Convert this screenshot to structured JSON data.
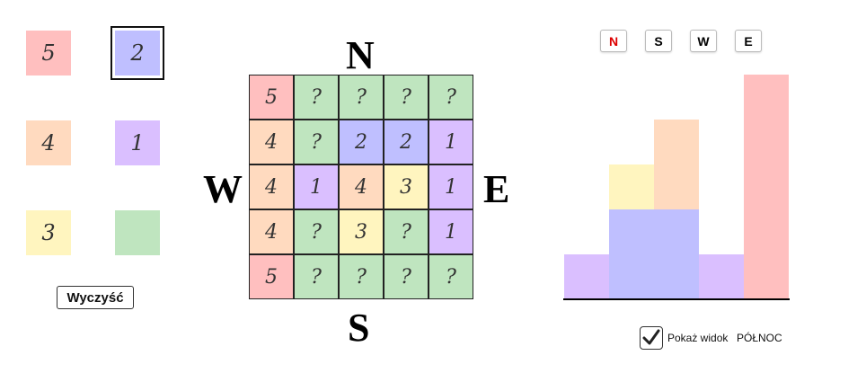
{
  "palette": [
    {
      "value": "5",
      "color": "#ffbfbf"
    },
    {
      "value": "2",
      "color": "#bfbfff",
      "selected": true
    },
    {
      "value": "4",
      "color": "#ffdabf"
    },
    {
      "value": "1",
      "color": "#dabfff"
    },
    {
      "value": "3",
      "color": "#fff5bf"
    },
    {
      "value": "",
      "color": "#bfe5bf"
    }
  ],
  "clear_label": "Wyczyść",
  "compass": {
    "n": "N",
    "s": "S",
    "w": "W",
    "e": "E"
  },
  "grid": [
    [
      {
        "v": "5",
        "c": "#ffbfbf"
      },
      {
        "v": "?",
        "c": "#bfe5bf"
      },
      {
        "v": "?",
        "c": "#bfe5bf"
      },
      {
        "v": "?",
        "c": "#bfe5bf"
      },
      {
        "v": "?",
        "c": "#bfe5bf"
      }
    ],
    [
      {
        "v": "4",
        "c": "#ffdabf"
      },
      {
        "v": "?",
        "c": "#bfe5bf"
      },
      {
        "v": "2",
        "c": "#bfbfff"
      },
      {
        "v": "2",
        "c": "#bfbfff"
      },
      {
        "v": "1",
        "c": "#dabfff"
      }
    ],
    [
      {
        "v": "4",
        "c": "#ffdabf"
      },
      {
        "v": "1",
        "c": "#dabfff"
      },
      {
        "v": "4",
        "c": "#ffdabf"
      },
      {
        "v": "3",
        "c": "#fff5bf"
      },
      {
        "v": "1",
        "c": "#dabfff"
      }
    ],
    [
      {
        "v": "4",
        "c": "#ffdabf"
      },
      {
        "v": "?",
        "c": "#bfe5bf"
      },
      {
        "v": "3",
        "c": "#fff5bf"
      },
      {
        "v": "?",
        "c": "#bfe5bf"
      },
      {
        "v": "1",
        "c": "#dabfff"
      }
    ],
    [
      {
        "v": "5",
        "c": "#ffbfbf"
      },
      {
        "v": "?",
        "c": "#bfe5bf"
      },
      {
        "v": "?",
        "c": "#bfe5bf"
      },
      {
        "v": "?",
        "c": "#bfe5bf"
      },
      {
        "v": "?",
        "c": "#bfe5bf"
      }
    ]
  ],
  "view_buttons": [
    {
      "label": "N",
      "color": "#dd0000",
      "active": true
    },
    {
      "label": "S",
      "color": "#000000"
    },
    {
      "label": "W",
      "color": "#000000"
    },
    {
      "label": "E",
      "color": "#000000"
    }
  ],
  "skyline": {
    "columns": [
      [
        {
          "h": 1,
          "c": "#dabfff"
        }
      ],
      [
        {
          "h": 2,
          "c": "#bfbfff"
        },
        {
          "h": 1,
          "c": "#fff5bf"
        }
      ],
      [
        {
          "h": 2,
          "c": "#bfbfff"
        },
        {
          "h": 2,
          "c": "#ffdabf"
        }
      ],
      [
        {
          "h": 1,
          "c": "#dabfff"
        }
      ],
      [
        {
          "h": 5,
          "c": "#ffbfbf"
        }
      ]
    ],
    "max": 5
  },
  "show_view": {
    "checked": true,
    "label": "Pokaż widok",
    "direction": "PÓŁNOC"
  }
}
